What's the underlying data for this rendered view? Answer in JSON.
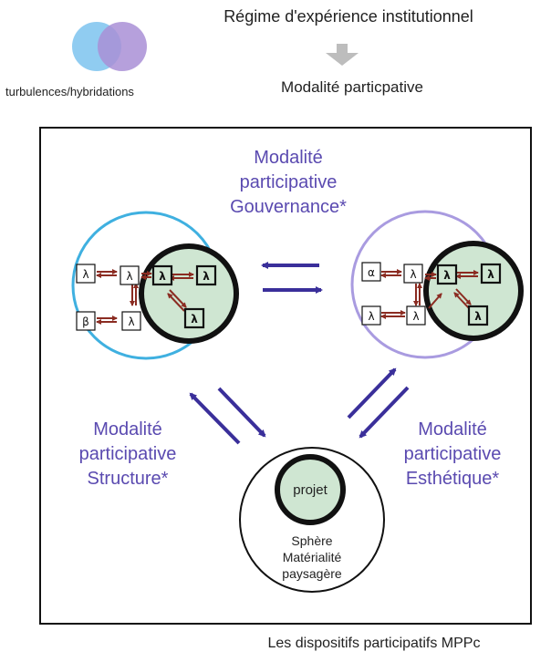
{
  "header": {
    "title": "Régime d'expérience institutionnel",
    "subtitle": "Modalité particpative",
    "legend_label": "turbulences/hybridations"
  },
  "modalities": {
    "top": [
      "Modalité",
      "participative",
      "Gouvernance*"
    ],
    "left": [
      "Modalité",
      "participative",
      "Structure*"
    ],
    "right": [
      "Modalité",
      "participative",
      "Esthétique*"
    ]
  },
  "left_node": {
    "small_boxes": [
      "λ",
      "λ",
      "β",
      "λ"
    ],
    "inner_boxes": [
      "λ",
      "λ",
      "λ"
    ]
  },
  "right_node": {
    "small_boxes": [
      "α",
      "λ",
      "λ",
      "λ"
    ],
    "inner_boxes": [
      "λ",
      "λ",
      "λ"
    ]
  },
  "bottom_node": {
    "inner_label": "projet",
    "lines": [
      "Sphère",
      "Matérialité",
      "paysagère"
    ]
  },
  "footer": {
    "caption": "Les dispositifs participatifs MPPc"
  },
  "colors": {
    "modality_text": "#5a4ab0",
    "arrow": "#3a2f9a",
    "left_circle": "#3fb0e0",
    "right_circle": "#a99be0",
    "inner_fill": "#cfe6d2",
    "venn_blue": "#7cc3ef",
    "venn_purple": "#a98fd6",
    "small_arrow": "#8b2c22"
  }
}
